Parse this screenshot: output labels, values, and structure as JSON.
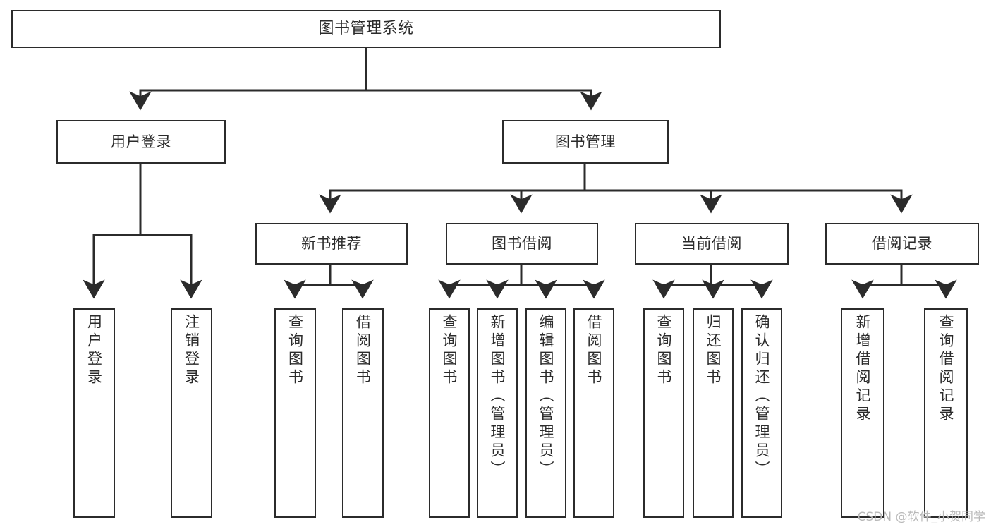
{
  "diagram": {
    "title": "图书管理系统",
    "watermark": "CSDN @软件_小贺同学",
    "line_color": "#2b2b2b",
    "box_fill": "#ffffff",
    "background": "#ffffff"
  },
  "nodes": {
    "root": {
      "label": "图书管理系统"
    },
    "level2": [
      {
        "label": "用户登录"
      },
      {
        "label": "图书管理"
      }
    ],
    "level3": [
      {
        "label": "新书推荐"
      },
      {
        "label": "图书借阅"
      },
      {
        "label": "当前借阅"
      },
      {
        "label": "借阅记录"
      }
    ],
    "leaves": {
      "user_login": [
        {
          "label": "用户登录"
        },
        {
          "label": "注销登录"
        }
      ],
      "new_book_recommend": [
        {
          "label": "查询图书"
        },
        {
          "label": "借阅图书"
        }
      ],
      "book_borrow": [
        {
          "label": "查询图书"
        },
        {
          "label": "新增图书（管理员）"
        },
        {
          "label": "编辑图书（管理员）"
        },
        {
          "label": "借阅图书"
        }
      ],
      "current_borrow": [
        {
          "label": "查询图书"
        },
        {
          "label": "归还图书"
        },
        {
          "label": "确认归还（管理员）"
        }
      ],
      "borrow_record": [
        {
          "label": "新增借阅记录"
        },
        {
          "label": "查询借阅记录"
        }
      ]
    }
  }
}
